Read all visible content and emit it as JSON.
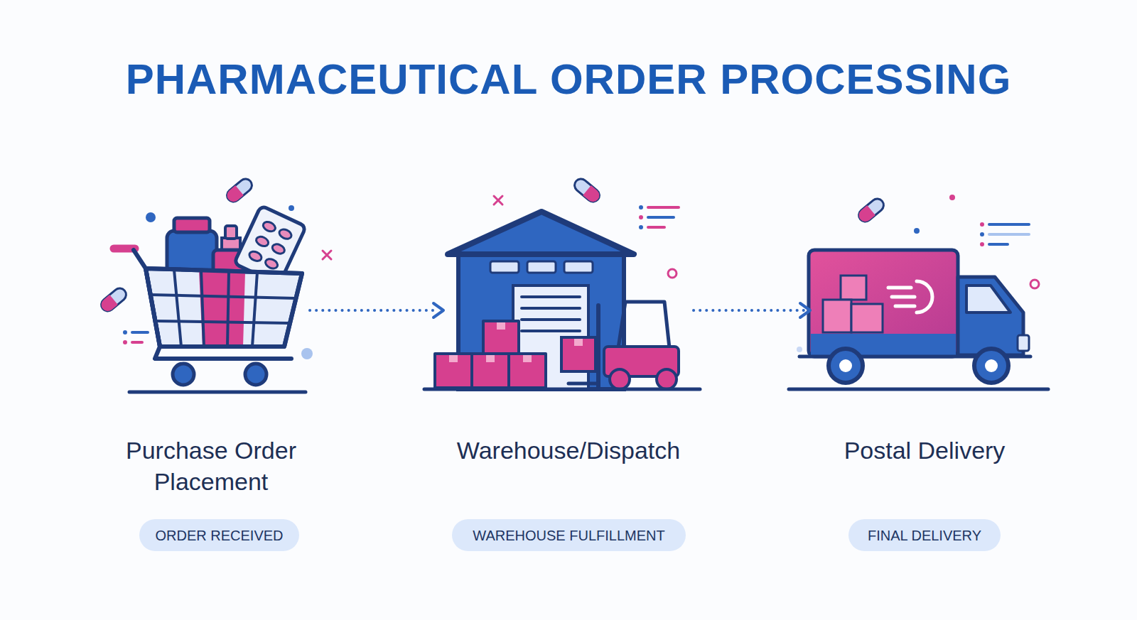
{
  "diagram": {
    "title": "PHARMACEUTICAL ORDER PROCESSING",
    "nodes": [
      {
        "text": [
          "Purchase Order Placement"
        ]
      },
      {
        "text": [
          "Warehouse/Dispatch"
        ]
      },
      {
        "text": [
          "Postal Delivery"
        ]
      },
      {
        "text": [
          "ORDER RECEIVED"
        ]
      },
      {
        "text": [
          "WAREHOUSE FULFILLMENT"
        ]
      },
      {
        "text": [
          "FINAL DELIVERY"
        ]
      }
    ],
    "edges": [
      {
        "from": 0,
        "to": 1,
        "arrow": "to"
      },
      {
        "from": 1,
        "to": 2,
        "arrow": "to"
      }
    ]
  }
}
